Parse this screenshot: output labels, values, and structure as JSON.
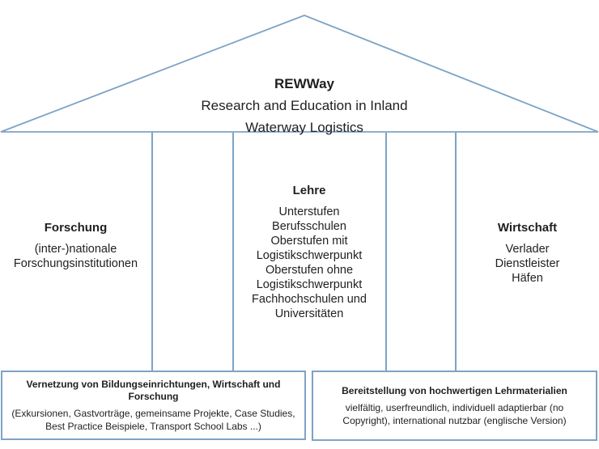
{
  "roof": {
    "title": "REWWay",
    "subtitle_lines": [
      "Research and Education in Inland",
      "Waterway Logistics"
    ]
  },
  "pillars": {
    "forschung": {
      "heading": "Forschung",
      "lines": [
        "(inter-)nationale",
        "Forschungsinstitutionen"
      ]
    },
    "lehre": {
      "heading": "Lehre",
      "lines": [
        "Unterstufen",
        "Berufsschulen",
        "Oberstufen mit",
        "Logistikschwerpunkt",
        "Oberstufen ohne",
        "Logistikschwerpunkt",
        "Fachhochschulen und",
        "Universitäten"
      ]
    },
    "wirtschaft": {
      "heading": "Wirtschaft",
      "lines": [
        "Verlader",
        "Dienstleister",
        "Häfen"
      ]
    }
  },
  "foundations": {
    "left": {
      "heading_lines": [
        "Vernetzung von Bildungseinrichtungen, Wirtschaft und",
        "Forschung"
      ],
      "body_lines": [
        "(Exkursionen, Gastvorträge, gemeinsame Projekte, Case Studies,",
        "Best Practice Beispiele, Transport School Labs ...)"
      ]
    },
    "right": {
      "heading_lines": [
        "Bereitstellung von hochwertigen Lehrmaterialien"
      ],
      "body_lines": [
        "vielfältig, userfreundlich, individuell adaptierbar (no",
        "Copyright), international nutzbar (englische Version)"
      ]
    }
  },
  "colors": {
    "line": "#7ea3c5",
    "text": "#1f1f1f"
  }
}
